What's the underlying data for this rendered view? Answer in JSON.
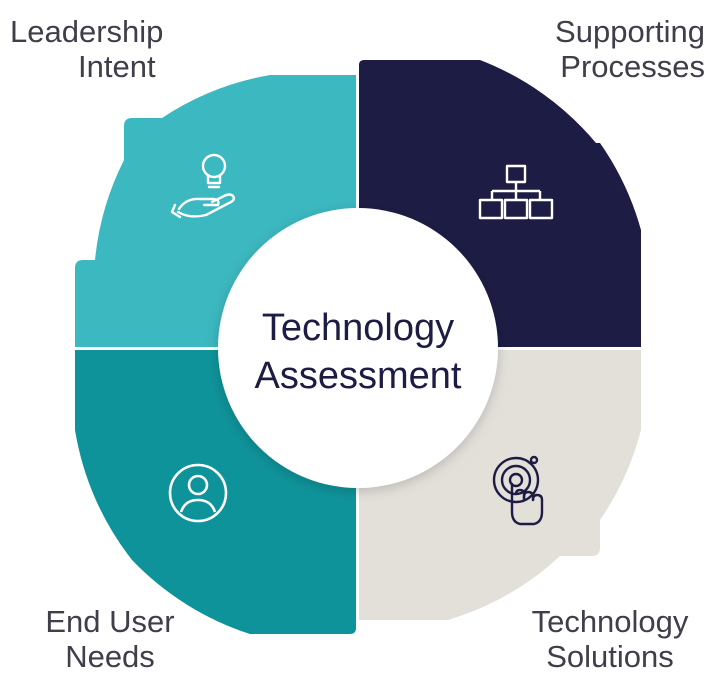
{
  "center": {
    "line1": "Technology",
    "line2": "Assessment"
  },
  "quadrants": [
    {
      "id": "leadership",
      "line1": "Leadership",
      "line2": "Intent",
      "icon": "hand-lightbulb-icon",
      "color": "#3cb8c0"
    },
    {
      "id": "processes",
      "line1": "Supporting",
      "line2": "Processes",
      "icon": "org-chart-icon",
      "color": "#1d1c44"
    },
    {
      "id": "solutions",
      "line1": "Technology",
      "line2": "Solutions",
      "icon": "touch-target-icon",
      "color": "#e3e0da"
    },
    {
      "id": "enduser",
      "line1": "End User",
      "line2": "Needs",
      "icon": "user-circle-icon",
      "color": "#0f939a"
    }
  ],
  "colors": {
    "text": "#3f3f4a",
    "center_text": "#1d1c44",
    "center_bg": "#ffffff",
    "icon_light": "#ffffff",
    "icon_dark": "#1d1c44"
  }
}
